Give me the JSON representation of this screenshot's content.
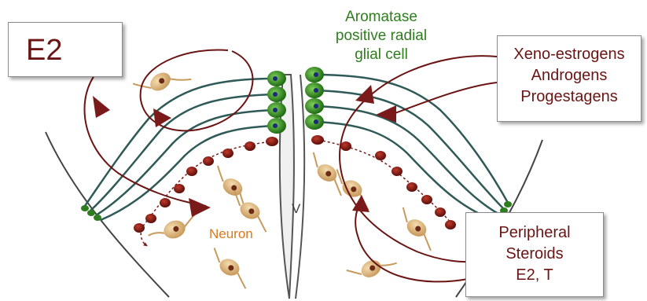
{
  "diagram": {
    "e2_label": "E2",
    "glial_label": [
      "Aromatase",
      "positive radial",
      "glial cell"
    ],
    "xeno_box": [
      "Xeno-estrogens",
      "Androgens",
      "Progestagens"
    ],
    "peripheral_box": [
      "Peripheral",
      "Steroids",
      "E2, T"
    ],
    "neuron_label": "Neuron",
    "ventricle_label": "V"
  },
  "colors": {
    "arrow": "#6b1414",
    "glia": "#2e7d1e",
    "fiber": "#2f5a57",
    "neuron": "#d8b07a",
    "nucleus": "#6b2a14",
    "steroid_cell": "#8a1c14"
  }
}
